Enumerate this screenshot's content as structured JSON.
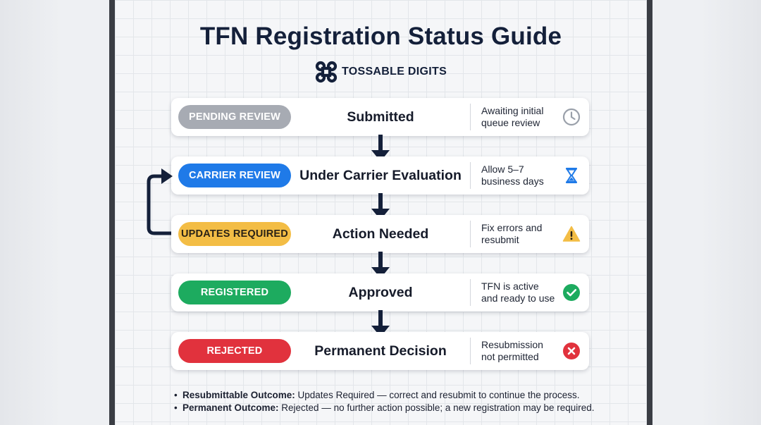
{
  "title": "TFN Registration Status Guide",
  "brand": {
    "name": "TOSSABLE DIGITS",
    "icon": "command-knot-icon"
  },
  "stages": [
    {
      "badge": "PENDING REVIEW",
      "stage": "Submitted",
      "note": "Awaiting initial\nqueue review",
      "icon": "clock-icon",
      "badge_bg": "#a7abb3",
      "badge_fg": "#ffffff"
    },
    {
      "badge": "CARRIER REVIEW",
      "stage": "Under Carrier Evaluation",
      "note": "Allow 5–7\nbusiness days",
      "icon": "hourglass-icon",
      "badge_bg": "#1f7ae8",
      "badge_fg": "#ffffff"
    },
    {
      "badge": "UPDATES REQUIRED",
      "stage": "Action Needed",
      "note": "Fix errors and\nresubmit",
      "icon": "warning-icon",
      "badge_bg": "#f3bd45",
      "badge_fg": "#2a2216"
    },
    {
      "badge": "REGISTERED",
      "stage": "Approved",
      "note": "TFN is active\nand ready to use",
      "icon": "check-circle-icon",
      "badge_bg": "#1dab5f",
      "badge_fg": "#ffffff"
    },
    {
      "badge": "REJECTED",
      "stage": "Permanent Decision",
      "note": "Resubmission\nnot permitted",
      "icon": "x-circle-icon",
      "badge_bg": "#e1323d",
      "badge_fg": "#ffffff"
    }
  ],
  "footnotes": [
    {
      "label": "Resubmittable Outcome:",
      "text": " Updates Required — correct and resubmit to continue the process."
    },
    {
      "label": "Permanent Outcome:",
      "text": " Rejected — no further action possible; a new registration may be required."
    }
  ],
  "colors": {
    "navy": "#14203a",
    "arrow": "#14203a"
  }
}
